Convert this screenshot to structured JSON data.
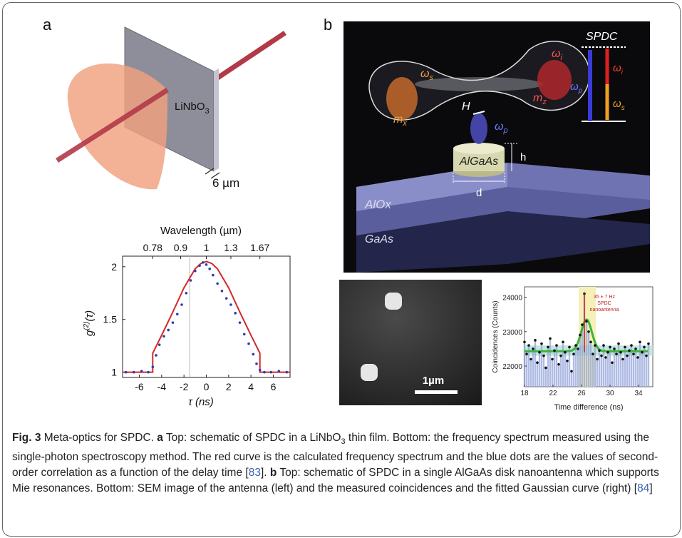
{
  "panel_a": {
    "label": "a",
    "material_main": "LiNbO",
    "material_sub": "3",
    "thickness": "6 µm"
  },
  "panel_b": {
    "label": "b",
    "spdc_label": "SPDC",
    "omega_s": "ω",
    "omega_s_sub": "s",
    "omega_i": "ω",
    "omega_i_sub": "i",
    "omega_p": "ω",
    "omega_p_sub": "p",
    "m_x": "m",
    "m_x_sub": "x",
    "m_z": "m",
    "m_z_sub": "z",
    "H": "H",
    "disk_label": "AlGaAs",
    "h": "h",
    "d": "d",
    "layer_top": "AlOx",
    "layer_bottom": "GaAs",
    "scale_bar": "1µm"
  },
  "chart_g2": {
    "top_axis_title": "Wavelength (µm)",
    "top_ticks": [
      "0.78",
      "0.9",
      "1",
      "1.3",
      "1.67"
    ],
    "y_axis_label": "g",
    "y_axis_sup": "(2)",
    "y_axis_tail": "(τ)",
    "x_axis_title": "τ  (ns)",
    "x_ticks": [
      "-6",
      "-4",
      "-2",
      "0",
      "2",
      "4",
      "6"
    ],
    "y_ticks": [
      "1",
      "1.5",
      "2"
    ]
  },
  "chart_data": [
    {
      "type": "line",
      "xlabel": "τ  (ns)",
      "ylabel": "g(2)(τ)",
      "top_axis": {
        "label": "Wavelength (µm)",
        "ticks": [
          "0.78",
          "0.9",
          "1",
          "1.3",
          "1.67"
        ]
      },
      "xlim": [
        -7.5,
        7.5
      ],
      "ylim": [
        0.95,
        2.1
      ],
      "series": [
        {
          "color": "#d62728",
          "kind": "line",
          "x": [
            -7.5,
            -4.8,
            -4.8,
            -4.0,
            -3.0,
            -2.0,
            -1.0,
            -0.5,
            0,
            0.5,
            1.0,
            2.0,
            3.0,
            4.0,
            4.8,
            4.8,
            7.5
          ],
          "y": [
            1.0,
            1.0,
            1.18,
            1.35,
            1.57,
            1.8,
            1.98,
            2.03,
            2.05,
            2.03,
            1.98,
            1.8,
            1.57,
            1.35,
            1.18,
            1.0,
            1.0
          ]
        },
        {
          "color": "#2b3fa8",
          "kind": "scatter",
          "x": [
            -7.2,
            -6.5,
            -5.8,
            -5.2,
            -4.8,
            -4.5,
            -4.2,
            -3.8,
            -3.4,
            -3.0,
            -2.6,
            -2.2,
            -1.8,
            -1.4,
            -1.0,
            -0.6,
            -0.3,
            0,
            0.3,
            0.6,
            1.0,
            1.4,
            1.8,
            2.2,
            2.6,
            3.0,
            3.4,
            3.8,
            4.2,
            4.5,
            4.8,
            5.2,
            5.8,
            6.5,
            7.2
          ],
          "y": [
            1.0,
            1.0,
            1.01,
            1.0,
            1.05,
            1.16,
            1.26,
            1.34,
            1.4,
            1.47,
            1.55,
            1.64,
            1.75,
            1.87,
            1.96,
            2.01,
            2.04,
            2.02,
            1.98,
            1.92,
            1.84,
            1.77,
            1.7,
            1.64,
            1.56,
            1.47,
            1.36,
            1.27,
            1.17,
            1.08,
            1.02,
            1.0,
            1.0,
            1.01,
            1.0
          ]
        }
      ]
    },
    {
      "type": "bar",
      "xlabel": "Time difference (ns)",
      "ylabel": "Coincidences (Counts)",
      "annotation": [
        "35 ± 7 Hz",
        "SPDC",
        "nanoantenna"
      ],
      "x_ticks": [
        "18",
        "22",
        "26",
        "30",
        "34"
      ],
      "y_ticks": [
        "22000",
        "23000",
        "24000"
      ],
      "xlim": [
        18,
        36
      ],
      "ylim": [
        21400,
        24300
      ],
      "x": [
        18.0,
        18.3,
        18.6,
        18.9,
        19.2,
        19.5,
        19.8,
        20.1,
        20.4,
        20.7,
        21.0,
        21.3,
        21.6,
        21.9,
        22.2,
        22.5,
        22.8,
        23.1,
        23.4,
        23.7,
        24.0,
        24.3,
        24.6,
        24.9,
        25.2,
        25.5,
        25.8,
        26.1,
        26.4,
        26.7,
        27.0,
        27.3,
        27.6,
        27.9,
        28.2,
        28.5,
        28.8,
        29.1,
        29.4,
        29.7,
        30.0,
        30.3,
        30.6,
        30.9,
        31.2,
        31.5,
        31.8,
        32.1,
        32.4,
        32.7,
        33.0,
        33.3,
        33.6,
        33.9,
        34.2,
        34.5,
        34.8,
        35.1,
        35.4
      ],
      "values": [
        22700,
        22350,
        22600,
        22200,
        22500,
        22750,
        22100,
        22400,
        22650,
        22300,
        21950,
        22550,
        22800,
        22200,
        22450,
        22600,
        22050,
        22300,
        22700,
        22400,
        22150,
        22550,
        21850,
        22350,
        22600,
        22500,
        22900,
        23200,
        24100,
        23300,
        23000,
        22700,
        22350,
        22600,
        22200,
        22450,
        22300,
        22600,
        22250,
        22400,
        22550,
        22100,
        22500,
        22350,
        22650,
        22400,
        22200,
        22550,
        22300,
        22450,
        22600,
        22350,
        22500,
        22250,
        22700,
        22400,
        22550,
        22300,
        22650
      ],
      "fit": {
        "baseline": 22430,
        "peak": 23350,
        "center": 26.7,
        "sigma": 0.75
      }
    }
  ],
  "caption": {
    "fig_label": "Fig. 3",
    "t1": " Meta-optics for SPDC. ",
    "a": "a",
    "t2": " Top: schematic of SPDC in a LiNbO",
    "sub3": "3",
    "t3": " thin film. Bottom: the frequency spectrum measured using the single-photon spectroscopy method. The red curve is the calculated frequency spectrum and the blue dots are the values of second-order correlation as a function of the delay time [",
    "ref1": "83",
    "t4": "]. ",
    "b": "b",
    "t5": " Top: schematic of SPDC in a single AlGaAs disk nanoantenna which supports Mie resonances. Bottom: SEM image of the antenna (left) and the measured coincidences and the fitted Gaussian curve (right) [",
    "ref2": "84",
    "t6": "]"
  }
}
